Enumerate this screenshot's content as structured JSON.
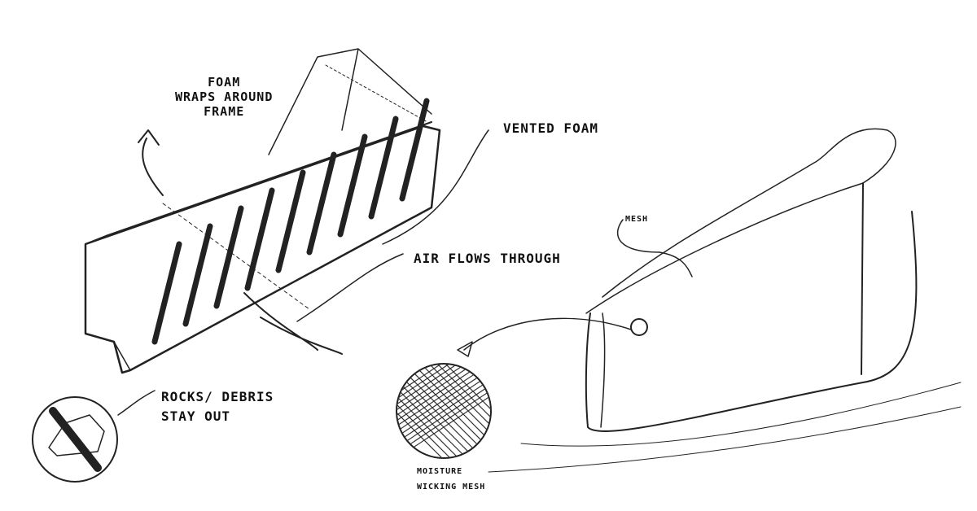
{
  "labels": {
    "foam_wraps": [
      "Foam",
      "wraps around",
      "frame"
    ],
    "vented_foam": "Vented foam",
    "air_flows": "Air flows through",
    "mesh": "Mesh",
    "rocks_debris": [
      "Rocks/ Debris",
      "stay out"
    ],
    "moisture_mesh": [
      "Moisture",
      "wicking mesh"
    ]
  },
  "colors": {
    "ink": "#222222",
    "paper": "#ffffff"
  }
}
